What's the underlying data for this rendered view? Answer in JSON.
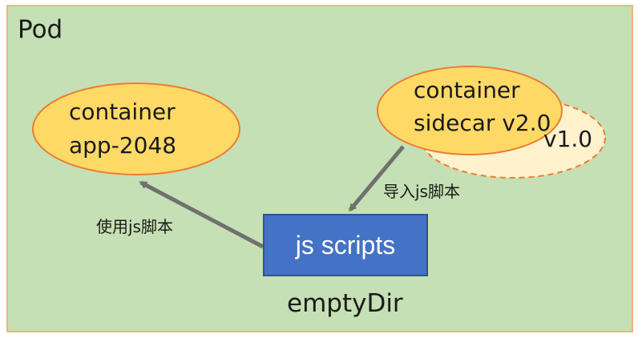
{
  "pod": {
    "label": "Pod"
  },
  "containers": [
    {
      "line1": "container",
      "line2": "app-2048"
    },
    {
      "line1": "container",
      "line2": "sidecar v2.0"
    }
  ],
  "sidecar_previous": {
    "label": "v1.0"
  },
  "volume": {
    "box_label": "js scripts",
    "name": "emptyDir"
  },
  "edges": {
    "use": "使用js脚本",
    "import": "导入js脚本"
  },
  "colors": {
    "pod_fill": "#c5e0b4",
    "pod_border": "#f4b183",
    "container_fill": "#ffd966",
    "container_border": "#ed7d31",
    "ghost_fill": "#fff2cc",
    "box_fill": "#4472c4",
    "arrow": "#707070"
  }
}
